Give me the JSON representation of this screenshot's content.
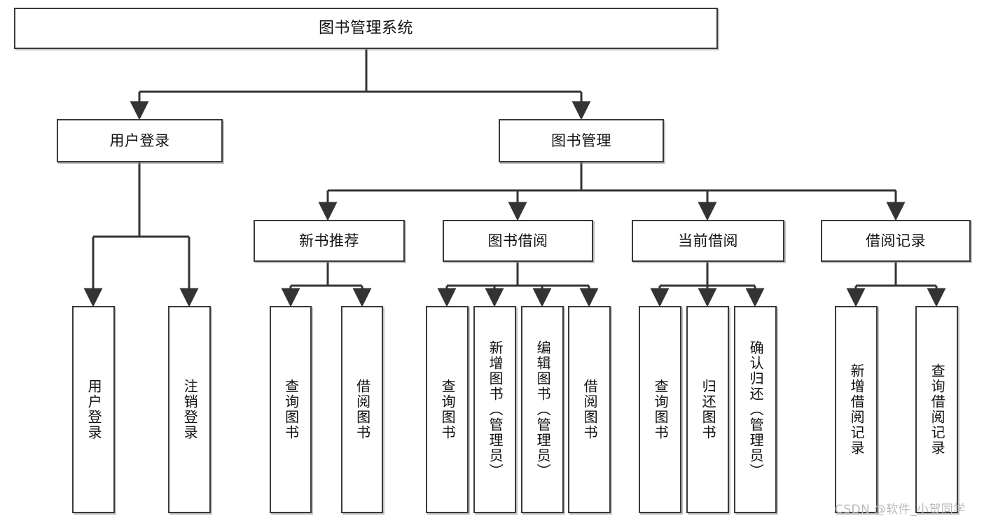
{
  "diagram": {
    "type": "tree",
    "title": "图书管理系统",
    "watermark": "CSDN @软件_小贺同学",
    "colors": {
      "box_border": "#3a3a3a",
      "box_fill": "#ffffff",
      "connector": "#333333",
      "watermark": "#b9b9b9"
    },
    "root": {
      "label": "图书管理系统"
    },
    "level1": [
      {
        "id": "user-login",
        "label": "用户登录"
      },
      {
        "id": "book-manage",
        "label": "图书管理"
      }
    ],
    "level2": [
      {
        "id": "new-book-rec",
        "label": "新书推荐",
        "parent": "book-manage"
      },
      {
        "id": "book-borrow",
        "label": "图书借阅",
        "parent": "book-manage"
      },
      {
        "id": "current-borrow",
        "label": "当前借阅",
        "parent": "book-manage"
      },
      {
        "id": "borrow-record",
        "label": "借阅记录",
        "parent": "book-manage"
      }
    ],
    "leaves": [
      {
        "id": "leaf-user-login",
        "label": "用户登录",
        "parent": "user-login"
      },
      {
        "id": "leaf-user-logout",
        "label": "注销登录",
        "parent": "user-login"
      },
      {
        "id": "leaf-query-book-1",
        "label": "查询图书",
        "parent": "new-book-rec"
      },
      {
        "id": "leaf-borrow-book-1",
        "label": "借阅图书",
        "parent": "new-book-rec"
      },
      {
        "id": "leaf-query-book-2",
        "label": "查询图书",
        "parent": "book-borrow"
      },
      {
        "id": "leaf-add-book",
        "label": "新增图书（管理员）",
        "parent": "book-borrow"
      },
      {
        "id": "leaf-edit-book",
        "label": "编辑图书（管理员）",
        "parent": "book-borrow"
      },
      {
        "id": "leaf-borrow-book-2",
        "label": "借阅图书",
        "parent": "book-borrow"
      },
      {
        "id": "leaf-query-book-3",
        "label": "查询图书",
        "parent": "current-borrow"
      },
      {
        "id": "leaf-return-book",
        "label": "归还图书",
        "parent": "current-borrow"
      },
      {
        "id": "leaf-confirm-return",
        "label": "确认归还（管理员）",
        "parent": "current-borrow"
      },
      {
        "id": "leaf-add-record",
        "label": "新增借阅记录",
        "parent": "borrow-record"
      },
      {
        "id": "leaf-query-record",
        "label": "查询借阅记录",
        "parent": "borrow-record"
      }
    ]
  }
}
